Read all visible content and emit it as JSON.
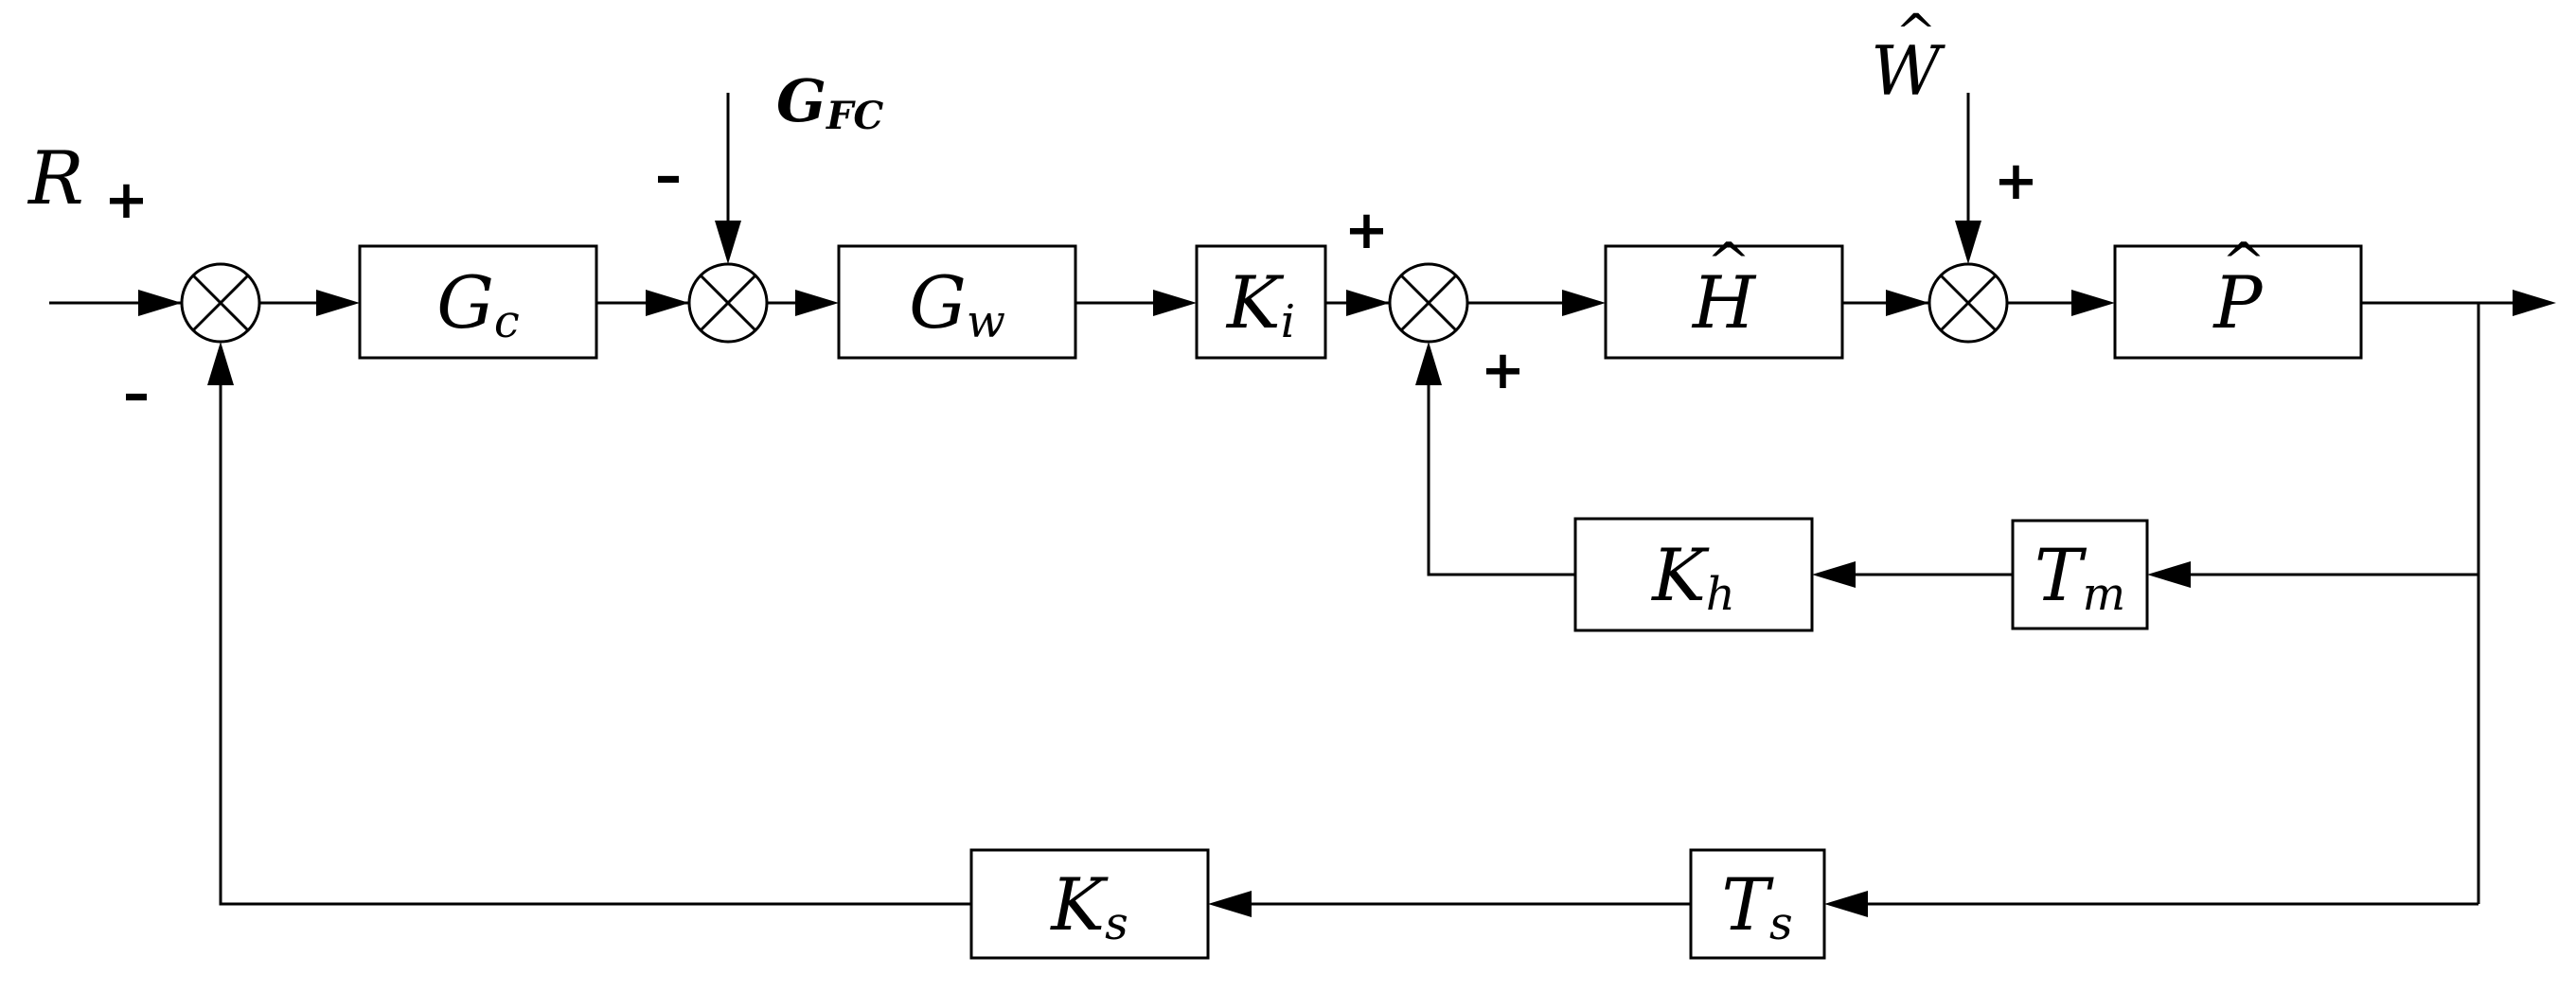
{
  "blocks": {
    "gc": {
      "main": "G",
      "sub": "c"
    },
    "gw": {
      "main": "G",
      "sub": "w"
    },
    "ki": {
      "main": "K",
      "sub": "i"
    },
    "h_hat": {
      "main": "H",
      "hat": "^"
    },
    "p_hat": {
      "main": "P",
      "hat": "^"
    },
    "kh": {
      "main": "K",
      "sub": "h"
    },
    "tm": {
      "main": "T",
      "sub": "m"
    },
    "ks": {
      "main": "K",
      "sub": "s"
    },
    "ts": {
      "main": "T",
      "sub": "s"
    }
  },
  "signals": {
    "reference": "R",
    "gfc": {
      "main": "G",
      "sub": "FC"
    },
    "w_hat": {
      "main": "W",
      "hat": "^"
    }
  },
  "signs": {
    "sum1_top": "+",
    "sum1_bottom": "–",
    "sum2_top": "–",
    "sum3_top": "+",
    "sum3_bottom": "+",
    "sum4_top": "+"
  }
}
